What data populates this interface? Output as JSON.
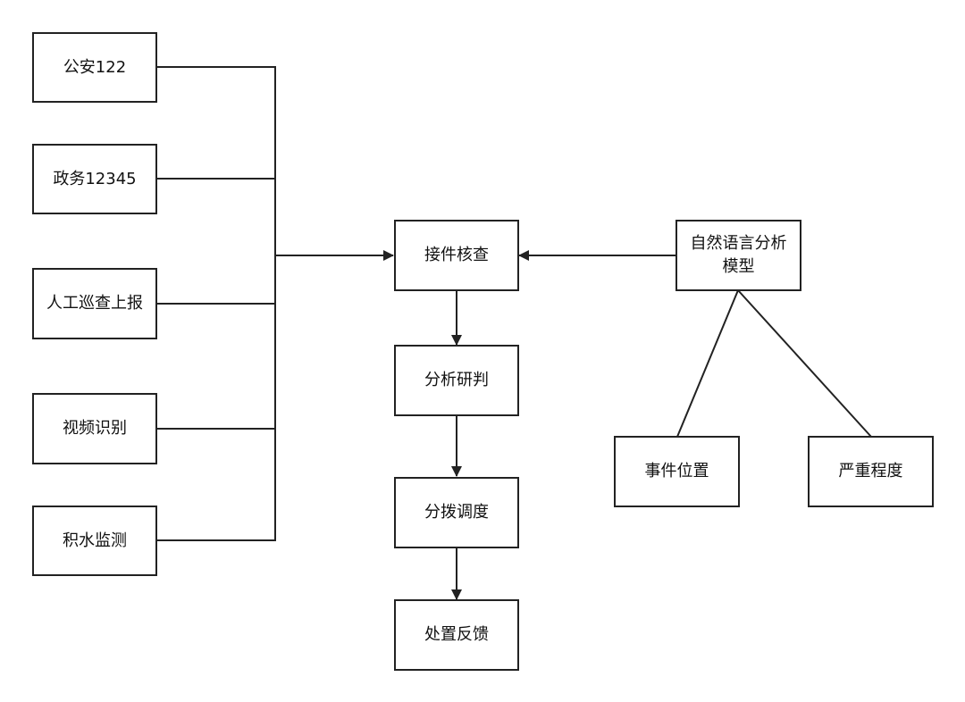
{
  "diagram": {
    "sources": [
      "公安122",
      "政务12345",
      "人工巡查上报",
      "视频识别",
      "积水监测"
    ],
    "pipeline": [
      "接件核查",
      "分析研判",
      "分拨调度",
      "处置反馈"
    ],
    "model": "自然语言分析模型",
    "model_outputs": [
      "事件位置",
      "严重程度"
    ]
  }
}
